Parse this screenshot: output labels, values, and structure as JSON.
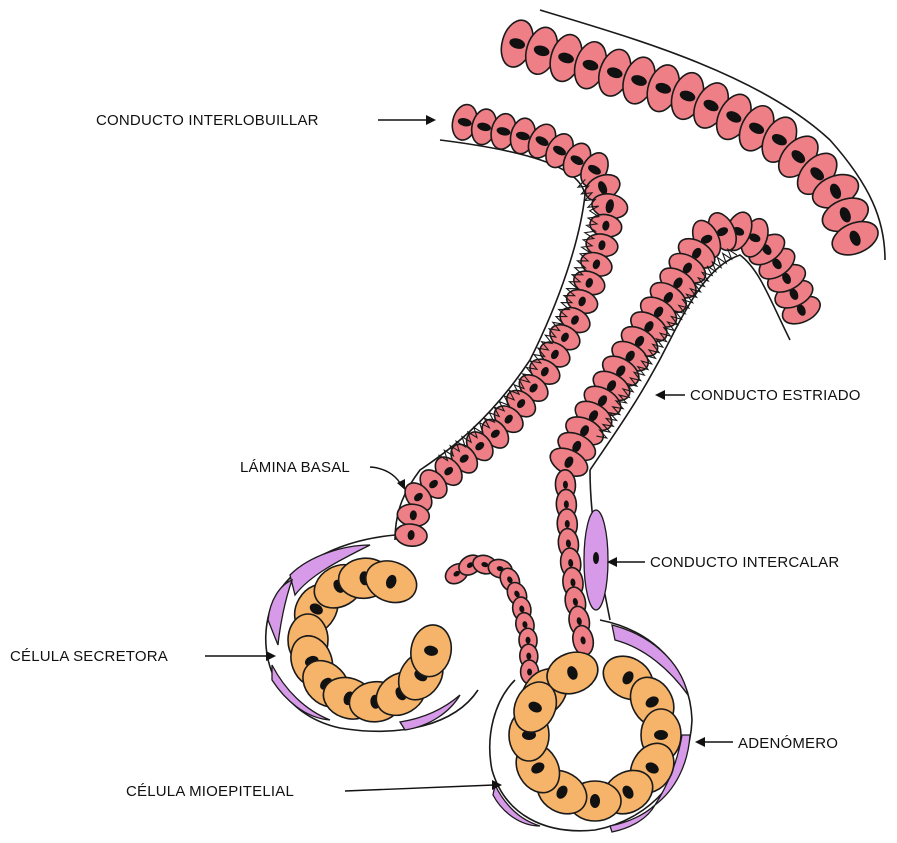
{
  "labels": {
    "interlobulillar": "CONDUCTO INTERLOBUILLAR",
    "estriado": "CONDUCTO ESTRIADO",
    "lamina_basal": "LÁMINA BASAL",
    "intercalar": "CONDUCTO INTERCALAR",
    "celula_secretora": "CÉLULA SECRETORA",
    "adenomero": "ADENÓMERO",
    "celula_mioepitelial": "CÉLULA MIOEPITELIAL"
  },
  "colors": {
    "duct_cell": "#ee7f86",
    "secretory_cell": "#f5b46a",
    "myoepithelial_cell": "#d79ae8",
    "nucleus": "#111111",
    "outline": "#1a1a1a"
  }
}
